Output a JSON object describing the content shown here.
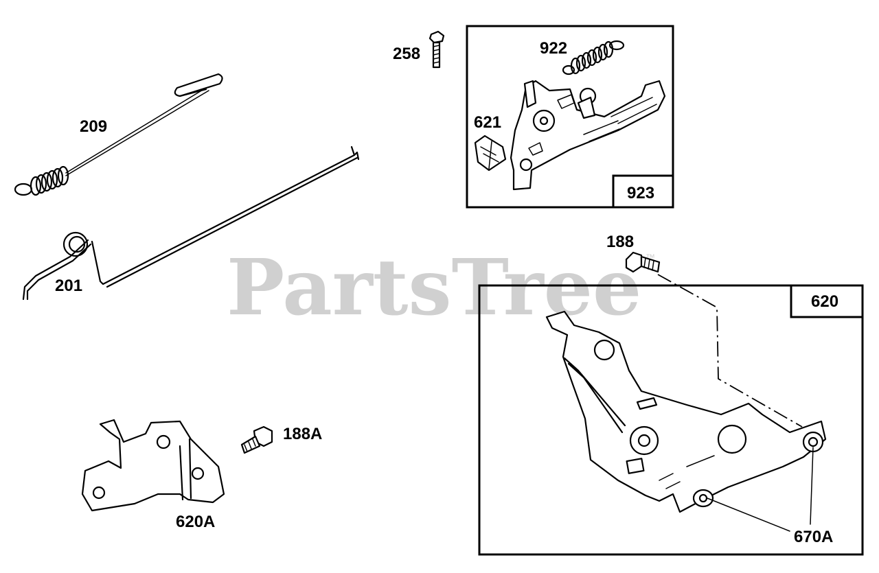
{
  "watermark": {
    "text": "PartsTree",
    "trademark": "™",
    "color": "#d0d0d0"
  },
  "callouts": {
    "p209": "209",
    "p201": "201",
    "p258": "258",
    "p922": "922",
    "p621": "621",
    "p923": "923",
    "p188": "188",
    "p620": "620",
    "p188A": "188A",
    "p620A": "620A",
    "p670A": "670A"
  }
}
